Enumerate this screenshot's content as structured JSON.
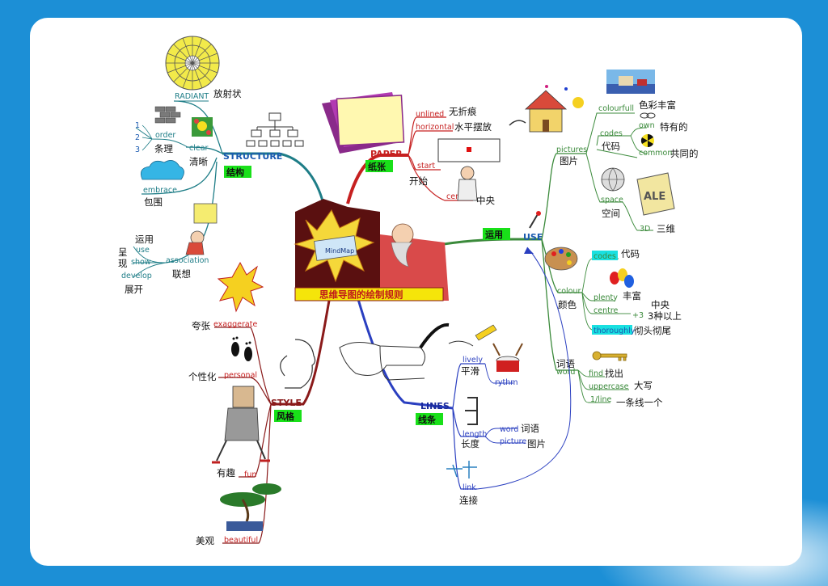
{
  "center": {
    "title": "思维导图的绘制规则",
    "card": "MindMap"
  },
  "structure": {
    "label": "STRUCTURE",
    "label_cn": "结构",
    "radiant": "RADIANT",
    "radiant_cn": "放射状",
    "n1": "1",
    "n2": "2",
    "n3": "3",
    "order": "order",
    "order_cn": "条理",
    "clear": "clear",
    "clear_cn": "清晰",
    "embrace": "embrace",
    "embrace_cn": "包围",
    "use": "use",
    "use_cn": "运用",
    "show": "show",
    "show_cn": "呈\n现",
    "show_cn_1": "呈",
    "show_cn_2": "现",
    "develop": "develop",
    "develop_cn": "展开",
    "association": "association",
    "association_cn": "联想"
  },
  "paper": {
    "label": "PAPER",
    "label_cn": "纸张",
    "unlined": "unlined",
    "unlined_cn": "无折痕",
    "horizontal": "horizontal",
    "horizontal_cn": "水平摆放",
    "start": "start",
    "start_cn": "开始",
    "centre": "centre",
    "centre_cn": "中央"
  },
  "use_branch": {
    "label": "USE",
    "label_cn": "运用",
    "pictures": "pictures",
    "pictures_cn": "图片",
    "colourfull": "colourfull",
    "colourfull_cn": "色彩丰富",
    "codes": "codes",
    "codes_cn": "代码",
    "own": "own",
    "own_cn": "特有的",
    "common": "common",
    "common_cn": "共同的",
    "space": "space",
    "space_cn": "空间",
    "d3": "3D",
    "d3_cn": "三维",
    "colour": "colour",
    "colour_cn": "颜色",
    "c_codes": "codes",
    "c_codes_cn": "代码",
    "plenty": "plenty",
    "plenty_cn": "丰富",
    "c_centre": "centre",
    "c_centre_cn": "中央",
    "plus3": "+3",
    "plus3_cn": "3种以上",
    "thoroughly": "thoroughly",
    "thoroughly_cn": "彻头彻尾",
    "word": "word",
    "word_cn": "词语",
    "find": "find",
    "find_cn": "找出",
    "uppercase": "uppercase",
    "uppercase_cn": "大写",
    "oneline": "1/line",
    "oneline_cn": "一条线一个"
  },
  "style": {
    "label": "STYLE",
    "label_cn": "风格",
    "exaggerate": "exaggerate",
    "exaggerate_cn": "夸张",
    "personal": "personal",
    "personal_cn": "个性化",
    "fun": "fun",
    "fun_cn": "有趣",
    "beautiful": "beautiful",
    "beautiful_cn": "美观"
  },
  "lines": {
    "label": "LINES",
    "label_cn": "线条",
    "lively": "lively",
    "lively_cn": "平滑",
    "rythm": "rythm",
    "length": "length",
    "length_cn": "长度",
    "word": "word",
    "word_cn": "词语",
    "picture": "picture",
    "picture_cn": "图片",
    "link": "link",
    "link_cn": "连接"
  },
  "art": {
    "ale": "ALE"
  },
  "colors": {
    "background": "#1c8fd6",
    "structure": "#1e7d87",
    "paper": "#c62020",
    "use": "#3b8a3b",
    "style": "#8a1a1a",
    "lines": "#2a3fc0",
    "label_green": "#19e019"
  }
}
